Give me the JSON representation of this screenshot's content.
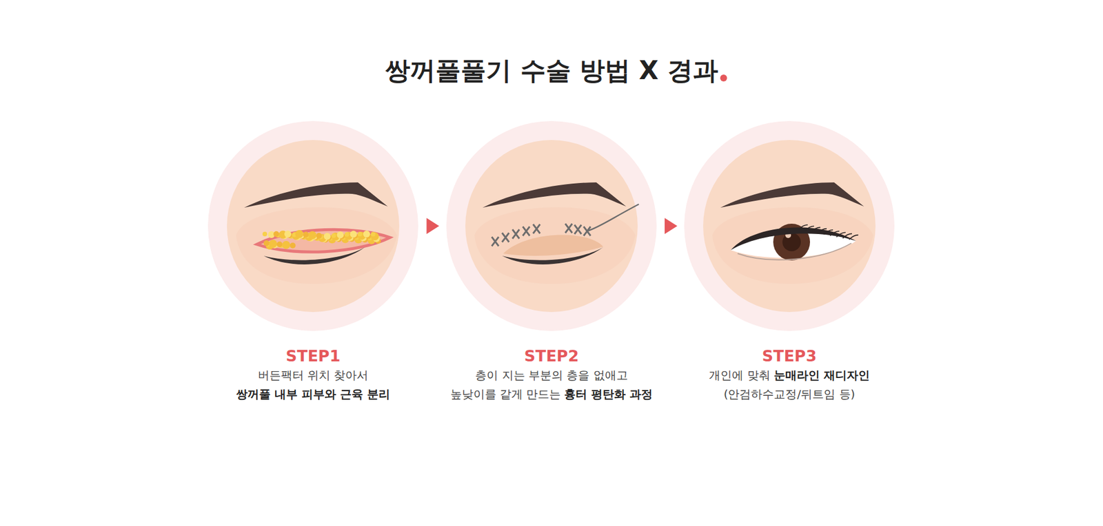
{
  "diagram": {
    "title": "쌍꺼풀풀기 수술 방법 X 경과",
    "nodes": [
      {
        "text": [
          "STEP1",
          "버든팩터 위치 찾아서",
          "쌍꺼풀 내부 피부와 근육 분리"
        ]
      },
      {
        "text": [
          "STEP2",
          "층이 지는 부분의 층을 없애고",
          "높낮이를 같게 만드는",
          "흉터 평탄화 과정"
        ]
      },
      {
        "text": [
          "STEP3",
          "개인에 맞춰",
          "눈매라인 재디자인",
          "(안검하수교정/뒤트임 등)"
        ]
      }
    ],
    "edges": [
      {
        "from": 0,
        "to": 1,
        "arrow": "to"
      },
      {
        "from": 1,
        "to": 2,
        "arrow": "to"
      }
    ]
  }
}
